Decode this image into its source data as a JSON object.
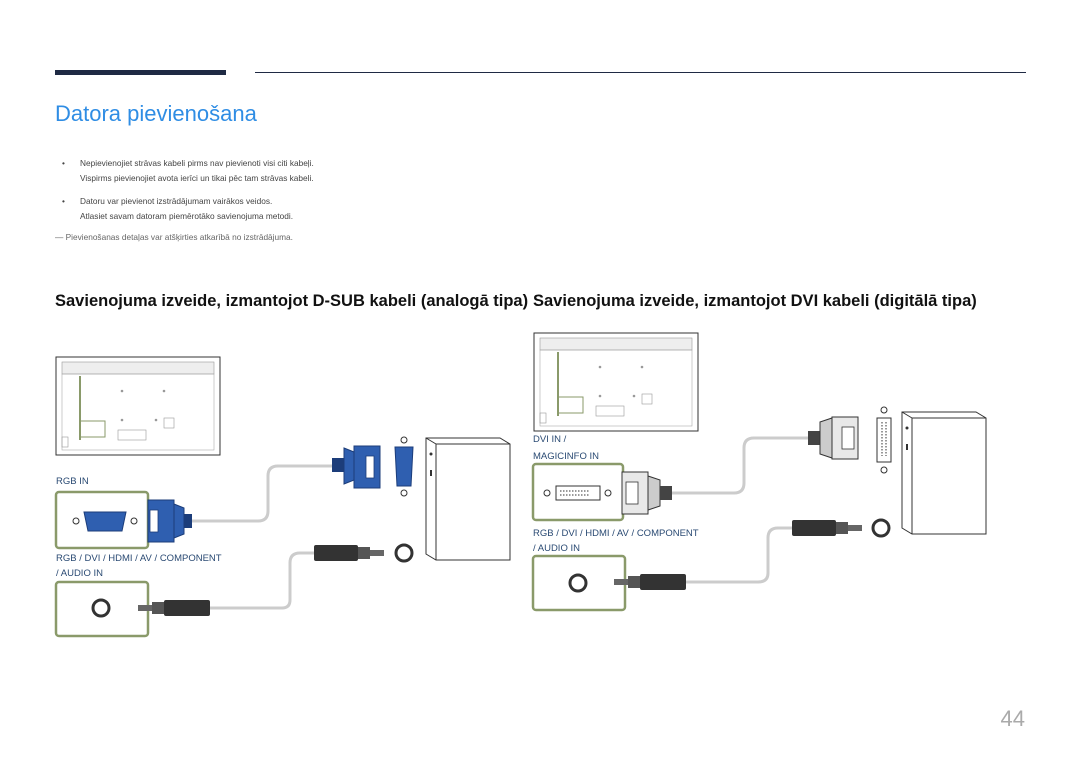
{
  "title": "Datora pievienošana",
  "bullets": [
    {
      "line1": "Nepievienojiet strāvas kabeli pirms nav pievienoti visi citi kabeļi.",
      "line2": "Vispirms pievienojiet avota ierīci un tikai pēc tam strāvas kabeli."
    },
    {
      "line1": "Datoru var pievienot izstrādājumam vairākos veidos.",
      "line2": "Atlasiet savam datoram piemērotāko savienojuma metodi."
    }
  ],
  "bullet_symbol": "•",
  "note": "―  Pievienošanas detaļas var atšķirties atkarībā no izstrādājuma.",
  "sections": {
    "left": {
      "heading": "Savienojuma izveide, izmantojot D-SUB kabeli (analogā tipa)",
      "port_video_label": "RGB IN",
      "port_audio_label_1": "RGB / DVI / HDMI / AV / COMPONENT",
      "port_audio_label_2": "/ AUDIO IN"
    },
    "right": {
      "heading": "Savienojuma izveide, izmantojot DVI kabeli (digitālā tipa)",
      "port_video_label_1": "DVI IN /",
      "port_video_label_2": "MAGICINFO IN",
      "port_audio_label_1": "RGB / DVI / HDMI / AV / COMPONENT",
      "port_audio_label_2": "/ AUDIO IN"
    }
  },
  "page_number": "44",
  "colors": {
    "title": "#2f8de4",
    "rule": "#1f2a44",
    "port_highlight": "#8a9a6a",
    "vga_blue": "#2f5fb0"
  },
  "icons": [
    "monitor-back-icon",
    "vga-port-icon",
    "vga-connector-icon",
    "dvi-port-icon",
    "dvi-connector-icon",
    "audio-jack-icon",
    "audio-plug-icon",
    "pc-tower-icon"
  ]
}
